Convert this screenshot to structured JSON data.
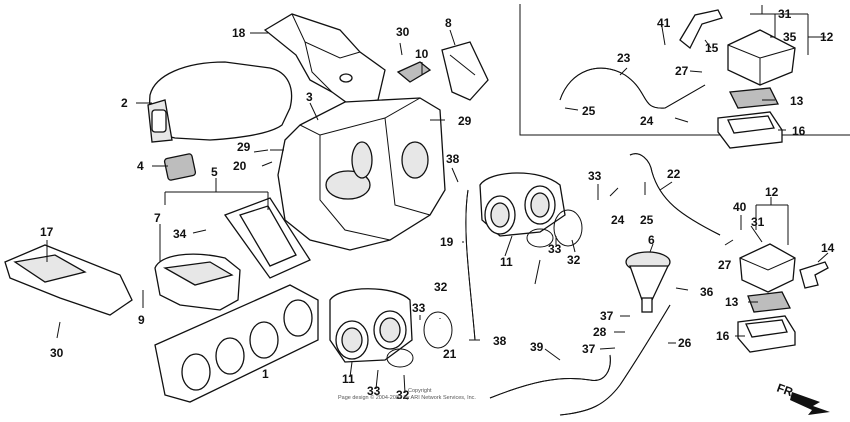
{
  "diagram": {
    "callouts": [
      "1",
      "2",
      "3",
      "4",
      "5",
      "6",
      "7",
      "8",
      "9",
      "10",
      "11",
      "11",
      "12",
      "12",
      "13",
      "13",
      "14",
      "15",
      "16",
      "16",
      "17",
      "18",
      "19",
      "20",
      "21",
      "22",
      "23",
      "24",
      "24",
      "25",
      "25",
      "26",
      "27",
      "27",
      "28",
      "29",
      "29",
      "30",
      "30",
      "31",
      "31",
      "32",
      "32",
      "33",
      "33",
      "33",
      "34",
      "35",
      "36",
      "37",
      "37",
      "38",
      "38",
      "39",
      "40",
      "41"
    ],
    "front_marker": "FR.",
    "credit_line1": "Copyright",
    "credit_line2": "Page design © 2004-2022 by ARI Network Services, Inc."
  }
}
